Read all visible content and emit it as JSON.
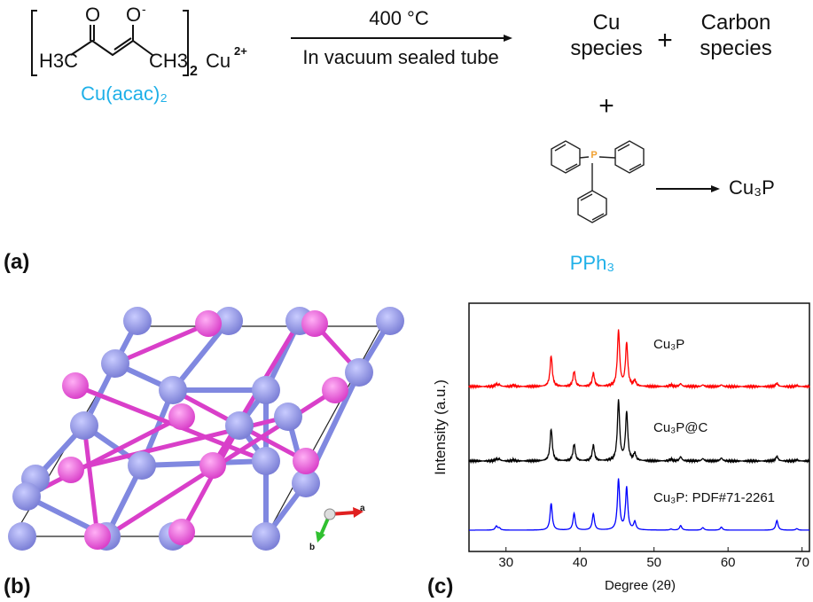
{
  "scheme": {
    "reactant_left_group": "H3C",
    "reactant_right_group": "CH3",
    "oxygen_1": "O",
    "oxygen_2": "O",
    "oxygen_charge": "-",
    "subscript_2": "2",
    "metal": "Cu",
    "metal_charge": "2+",
    "reactant_name": "Cu(acac)₂",
    "condition_top": "400 °C",
    "condition_bottom": "In vacuum sealed tube",
    "product_1_line1": "Cu",
    "product_1_line2": "species",
    "plus": "+",
    "product_2_line1": "Carbon",
    "product_2_line2": "species",
    "phosphorus_atom": "P",
    "reagent_name": "PPh₃",
    "final_product": "Cu₃P",
    "colors": {
      "name_blue": "#1fb0e8",
      "p_atom": "#f0a030"
    }
  },
  "panels": {
    "a": "(a)",
    "b": "(b)",
    "c": "(c)"
  },
  "crystal": {
    "axis_a": "a",
    "axis_b": "b",
    "colors": {
      "cu": "#7b7fd6",
      "p": "#d93fc9"
    }
  },
  "chart_data": {
    "type": "line",
    "xlabel": "Degree (2θ)",
    "ylabel": "Intensity (a.u.)",
    "xlim": [
      25,
      71
    ],
    "xticks": [
      30,
      40,
      50,
      60,
      70
    ],
    "yticks": [],
    "grid": false,
    "series": [
      {
        "name": "Cu₃P",
        "color": "#ff0000",
        "peaks": [
          [
            28.7,
            4
          ],
          [
            29.1,
            3
          ],
          [
            31.0,
            3
          ],
          [
            36.1,
            55
          ],
          [
            39.2,
            27
          ],
          [
            41.8,
            24
          ],
          [
            45.2,
            100
          ],
          [
            46.3,
            78
          ],
          [
            47.4,
            10
          ],
          [
            52.3,
            3
          ],
          [
            53.6,
            5
          ],
          [
            56.6,
            3
          ],
          [
            59.1,
            3
          ],
          [
            66.6,
            6
          ],
          [
            69.3,
            2
          ]
        ]
      },
      {
        "name": "Cu₃P@C",
        "color": "#000000",
        "peaks": [
          [
            28.7,
            3
          ],
          [
            29.1,
            3
          ],
          [
            31.0,
            2
          ],
          [
            36.1,
            53
          ],
          [
            39.2,
            28
          ],
          [
            41.8,
            26
          ],
          [
            45.2,
            100
          ],
          [
            46.3,
            81
          ],
          [
            47.4,
            12
          ],
          [
            52.3,
            3
          ],
          [
            53.6,
            7
          ],
          [
            56.6,
            4
          ],
          [
            59.1,
            5
          ],
          [
            66.6,
            8
          ],
          [
            69.3,
            2
          ]
        ]
      },
      {
        "name": "Cu₃P: PDF#71-2261",
        "color": "#0000ff",
        "peaks": [
          [
            28.7,
            8
          ],
          [
            29.1,
            4
          ],
          [
            36.1,
            53
          ],
          [
            39.2,
            33
          ],
          [
            41.8,
            32
          ],
          [
            45.2,
            100
          ],
          [
            46.3,
            84
          ],
          [
            47.4,
            16
          ],
          [
            52.3,
            2
          ],
          [
            53.6,
            9
          ],
          [
            56.6,
            5
          ],
          [
            59.1,
            6
          ],
          [
            66.6,
            19
          ],
          [
            69.3,
            3
          ]
        ]
      }
    ]
  }
}
